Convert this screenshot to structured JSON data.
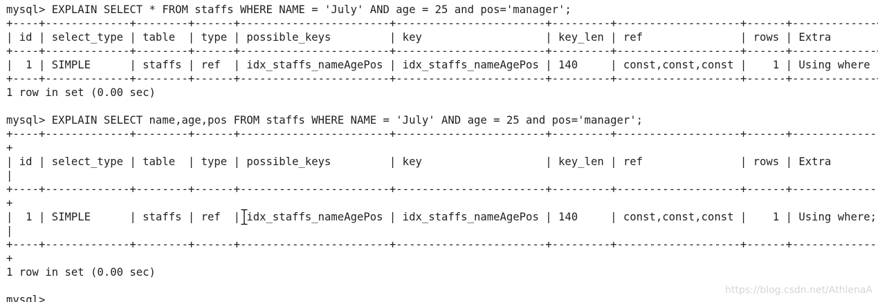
{
  "terminal": {
    "lines": [
      "mysql> EXPLAIN SELECT * FROM staffs WHERE NAME = 'July' AND age = 25 and pos='manager';",
      "+----+-------------+--------+------+-----------------------+-----------------------+---------+-------------------+------+-------------+",
      "| id | select_type | table  | type | possible_keys         | key                   | key_len | ref               | rows | Extra       |",
      "+----+-------------+--------+------+-----------------------+-----------------------+---------+-------------------+------+-------------+",
      "|  1 | SIMPLE      | staffs | ref  | idx_staffs_nameAgePos | idx_staffs_nameAgePos | 140     | const,const,const |    1 | Using where |",
      "+----+-------------+--------+------+-----------------------+-----------------------+---------+-------------------+------+-------------+",
      "1 row in set (0.00 sec)",
      "",
      "mysql> EXPLAIN SELECT name,age,pos FROM staffs WHERE NAME = 'July' AND age = 25 and pos='manager';",
      "+----+-------------+--------+------+-----------------------+-----------------------+---------+-------------------+------+--------------------------+",
      "+",
      "| id | select_type | table  | type | possible_keys         | key                   | key_len | ref               | rows | Extra",
      "|",
      "+----+-------------+--------+------+-----------------------+-----------------------+---------+-------------------+------+--------------------------+",
      "+",
      "|  1 | SIMPLE      | staffs | ref  | idx_staffs_nameAgePos | idx_staffs_nameAgePos | 140     | const,const,const |    1 | Using where; Using index",
      "|",
      "+----+-------------+--------+------+-----------------------+-----------------------+---------+-------------------+------+--------------------------+",
      "+",
      "1 row in set (0.00 sec)",
      "",
      "mysql>"
    ]
  },
  "watermark": {
    "text": "https://blog.csdn.net/AthlenaA"
  },
  "colors": {
    "background": "#ffffff",
    "text": "#1f1f1f",
    "watermark": "#d6d6d6"
  },
  "icons": {
    "mouse_cursor": "text-ibeam-cursor-icon"
  }
}
